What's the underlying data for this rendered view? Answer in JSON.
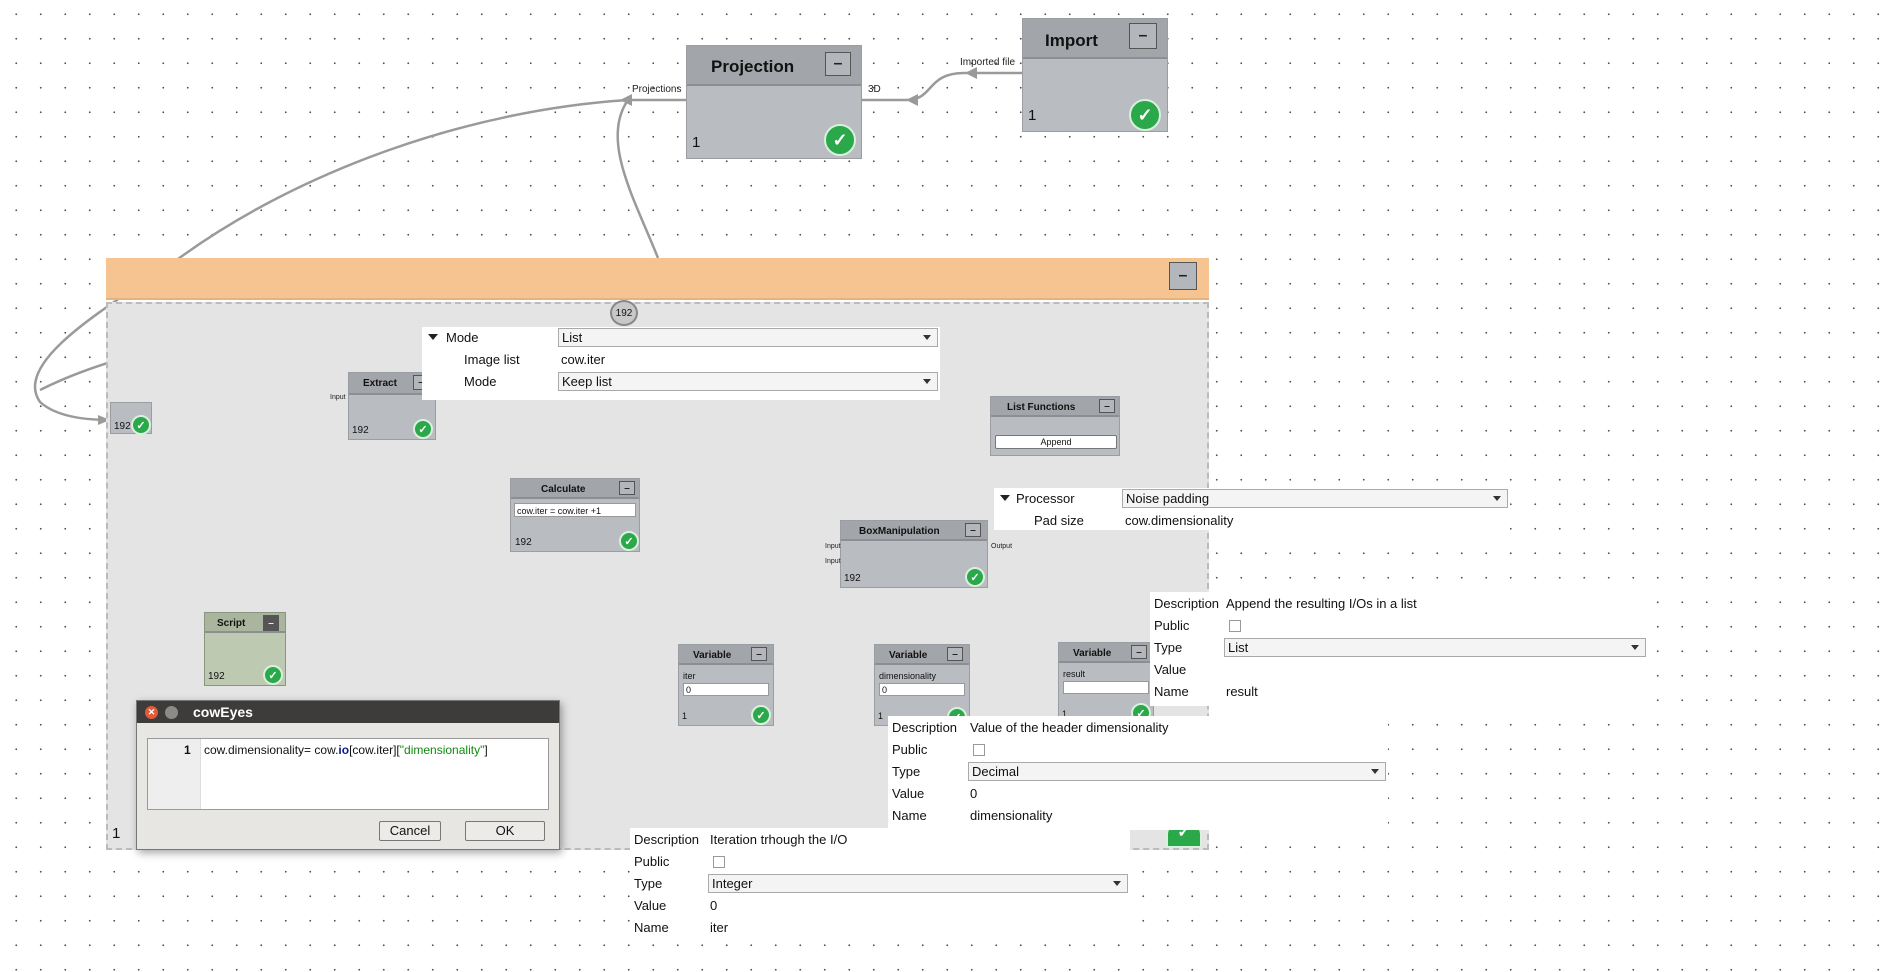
{
  "colors": {
    "node_bg": "#b9bcc1",
    "group_header": "#f5c490",
    "group_body": "#e4e4e4",
    "script_bg": "#bdc9b0",
    "check_green": "#2aa84a"
  },
  "nodes": {
    "projection": {
      "title": "Projection",
      "count": "1",
      "out_port": "Projections",
      "in_port": "3D",
      "minimize_icon": "minus-icon",
      "status_icon": "check-icon"
    },
    "import": {
      "title": "Import",
      "count": "1",
      "port": "Imported file",
      "minimize_icon": "minus-icon",
      "status_icon": "check-icon"
    },
    "group": {
      "loop_count": "192",
      "count": "1"
    },
    "loop_entry": {
      "count": "192"
    },
    "extract": {
      "title": "Extract",
      "count": "192",
      "port": "Input"
    },
    "calculate": {
      "title": "Calculate",
      "count": "192",
      "expression": "cow.iter = cow.iter +1"
    },
    "box_manipulation": {
      "title": "BoxManipulation",
      "count": "192",
      "in_port_1": "Input",
      "in_port_2": "Input",
      "out_port": "Output"
    },
    "list_functions": {
      "title": "List Functions",
      "button": "Append"
    },
    "script": {
      "title": "Script",
      "count": "192"
    },
    "var_iter": {
      "title": "Variable",
      "name": "iter",
      "value": "0",
      "count": "1"
    },
    "var_dimensionality": {
      "title": "Variable",
      "name": "dimensionality",
      "value": "0",
      "count": "1"
    },
    "var_result": {
      "title": "Variable",
      "name": "result",
      "value": "",
      "count": "1"
    }
  },
  "extract_props": {
    "mode_label": "Mode",
    "mode_value": "List",
    "image_list_label": "Image list",
    "image_list_value": "cow.iter",
    "mode2_label": "Mode",
    "mode2_value": "Keep list"
  },
  "box_props": {
    "processor_label": "Processor",
    "processor_value": "Noise padding",
    "pad_label": "Pad size",
    "pad_value": "cow.dimensionality"
  },
  "result_props": {
    "description_label": "Description",
    "description_value": "Append the resulting I/Os in a list",
    "public_label": "Public",
    "type_label": "Type",
    "type_value": "List",
    "value_label": "Value",
    "value_value": "",
    "name_label": "Name",
    "name_value": "result"
  },
  "dim_props": {
    "description_label": "Description",
    "description_value": "Value of the header dimensionality",
    "public_label": "Public",
    "type_label": "Type",
    "type_value": "Decimal",
    "value_label": "Value",
    "value_value": "0",
    "name_label": "Name",
    "name_value": "dimensionality"
  },
  "iter_props": {
    "description_label": "Description",
    "description_value": "Iteration trhough the I/O",
    "public_label": "Public",
    "type_label": "Type",
    "type_value": "Integer",
    "value_label": "Value",
    "value_value": "0",
    "name_label": "Name",
    "name_value": "iter"
  },
  "dialog": {
    "title": "cowEyes",
    "line_number": "1",
    "code_plain_1": "cow.dimensionality= cow.",
    "code_kw": "io",
    "code_plain_2": "[cow.iter][",
    "code_string": "\"dimensionality\"",
    "code_plain_3": "]",
    "cancel_label": "Cancel",
    "ok_label": "OK"
  }
}
